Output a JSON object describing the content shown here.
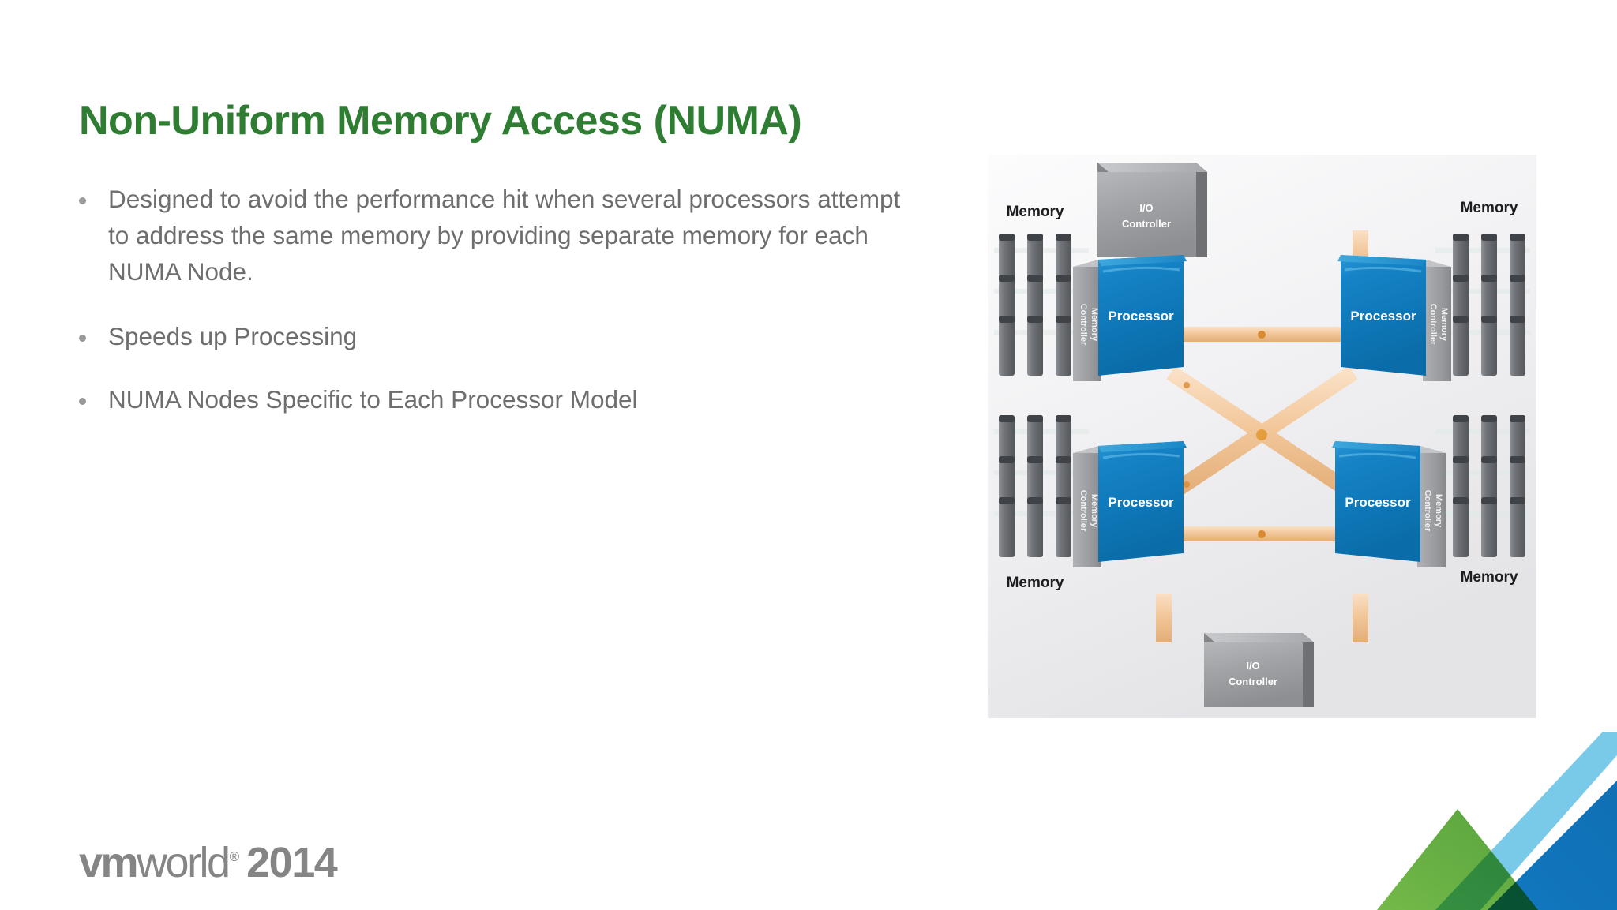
{
  "slide": {
    "title": "Non-Uniform Memory Access (NUMA)",
    "bullets": [
      "Designed to avoid the performance hit when several processors attempt to address the same memory by providing separate memory for each NUMA Node.",
      "Speeds up Processing",
      "NUMA Nodes Specific to Each Processor Model"
    ],
    "title_color": "#2E7D32",
    "body_color": "#6e6e6e"
  },
  "diagram": {
    "alt": "NUMA architecture diagram",
    "io_controller_top": {
      "line1": "I/O",
      "line2": "Controller"
    },
    "io_controller_bottom": {
      "line1": "I/O",
      "line2": "Controller"
    },
    "memory_labels": {
      "top_left": "Memory",
      "top_right": "Memory",
      "bottom_left": "Memory",
      "bottom_right": "Memory"
    },
    "processors": [
      {
        "id": "proc-top-left",
        "label": "Processor"
      },
      {
        "id": "proc-top-right",
        "label": "Processor"
      },
      {
        "id": "proc-bottom-left",
        "label": "Processor"
      },
      {
        "id": "proc-bottom-right",
        "label": "Processor"
      }
    ],
    "memory_controllers": [
      {
        "id": "memctrl-top-left",
        "line1": "Memory",
        "line2": "Controller"
      },
      {
        "id": "memctrl-top-right",
        "line1": "Memory",
        "line2": "Controller"
      },
      {
        "id": "memctrl-bottom-left",
        "line1": "Memory",
        "line2": "Controller"
      },
      {
        "id": "memctrl-bottom-right",
        "line1": "Memory",
        "line2": "Controller"
      }
    ],
    "colors": {
      "processor_blue": "#1180C4",
      "processor_blue_dark": "#0B6EAB",
      "controller_gray": "#9b9b9e",
      "interconnect": "#f0c9a0",
      "dimm_gray": "#7a7d80",
      "background": "#efeff1"
    }
  },
  "logo": {
    "vm": "vm",
    "world": "world",
    "registered": "®",
    "year": "2014"
  },
  "corner_graphic": {
    "green": "#6EB245",
    "green_dark": "#3E8F3C",
    "green_darkest": "#16582B",
    "blue_light": "#79C9E8",
    "blue_dark": "#1278C0",
    "blue_mid": "#1D8FCB"
  }
}
